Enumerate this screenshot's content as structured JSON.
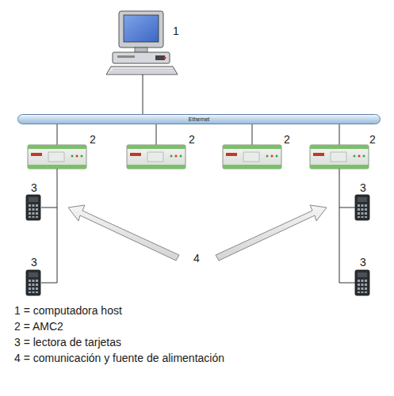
{
  "diagram": {
    "nodes": [
      {
        "text": [
          "Ethernet"
        ]
      }
    ],
    "labels": [
      "1",
      "2",
      "2",
      "2",
      "2",
      "3",
      "3",
      "3",
      "3",
      "4",
      "1 = computadora host",
      "2 = AMC2",
      "3 = lectora de tarjetas",
      "4 = comunicación y fuente de alimentación"
    ]
  }
}
